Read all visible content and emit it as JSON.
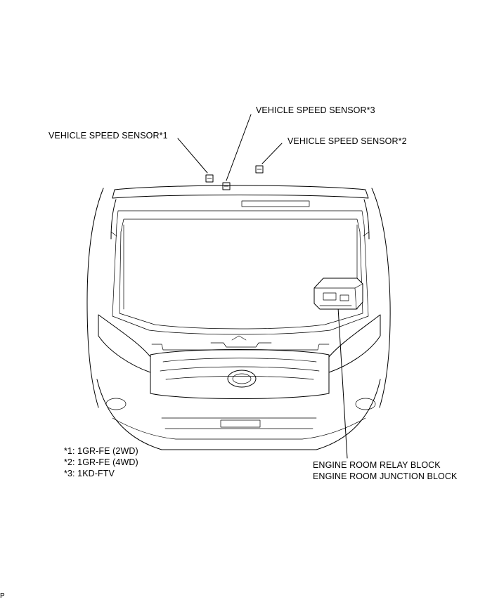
{
  "labels": {
    "sensor1": "VEHICLE SPEED SENSOR*1",
    "sensor3": "VEHICLE SPEED SENSOR*3",
    "sensor2": "VEHICLE SPEED SENSOR*2",
    "relay_block": "ENGINE ROOM RELAY BLOCK",
    "junction_block": "ENGINE ROOM JUNCTION BLOCK"
  },
  "notes": [
    "*1: 1GR-FE (2WD)",
    "*2: 1GR-FE (4WD)",
    "*3: 1KD-FTV"
  ],
  "corner_mark": "P"
}
